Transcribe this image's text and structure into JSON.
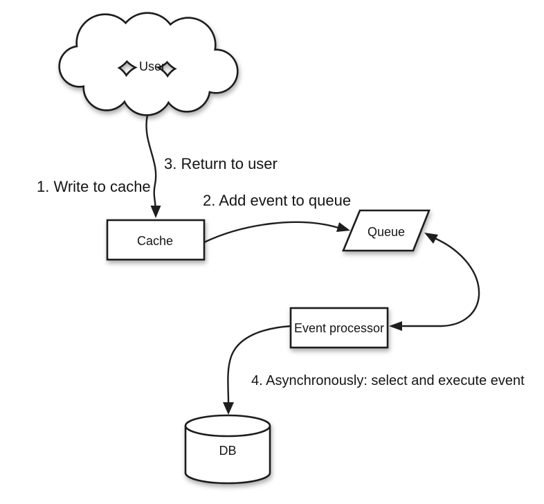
{
  "diagram": {
    "background": "#ffffff",
    "stroke_color": "#1e1e1e",
    "text_color": "#141414",
    "shape_fill": "#ffffff",
    "nodes": {
      "user": {
        "label": "User",
        "shape": "cloud"
      },
      "cache": {
        "label": "Cache",
        "shape": "rectangle"
      },
      "queue": {
        "label": "Queue",
        "shape": "parallelogram"
      },
      "event_processor": {
        "label": "Event processor",
        "shape": "rectangle"
      },
      "db": {
        "label": "DB",
        "shape": "cylinder"
      }
    },
    "annotations": {
      "step1": "1. Write to cache",
      "step2": "2. Add event to queue",
      "step3": "3. Return to user",
      "step4": "4. Asynchronously: select and execute event"
    },
    "edges": [
      {
        "from": "user",
        "to": "cache",
        "type": "arrow",
        "labels": [
          "step1",
          "step3"
        ]
      },
      {
        "from": "cache",
        "to": "queue",
        "type": "arrow",
        "labels": [
          "step2"
        ]
      },
      {
        "from": "queue",
        "to": "event_processor",
        "type": "double-arrow",
        "labels": []
      },
      {
        "from": "event_processor",
        "to": "db",
        "type": "arrow",
        "labels": [
          "step4"
        ]
      }
    ]
  }
}
